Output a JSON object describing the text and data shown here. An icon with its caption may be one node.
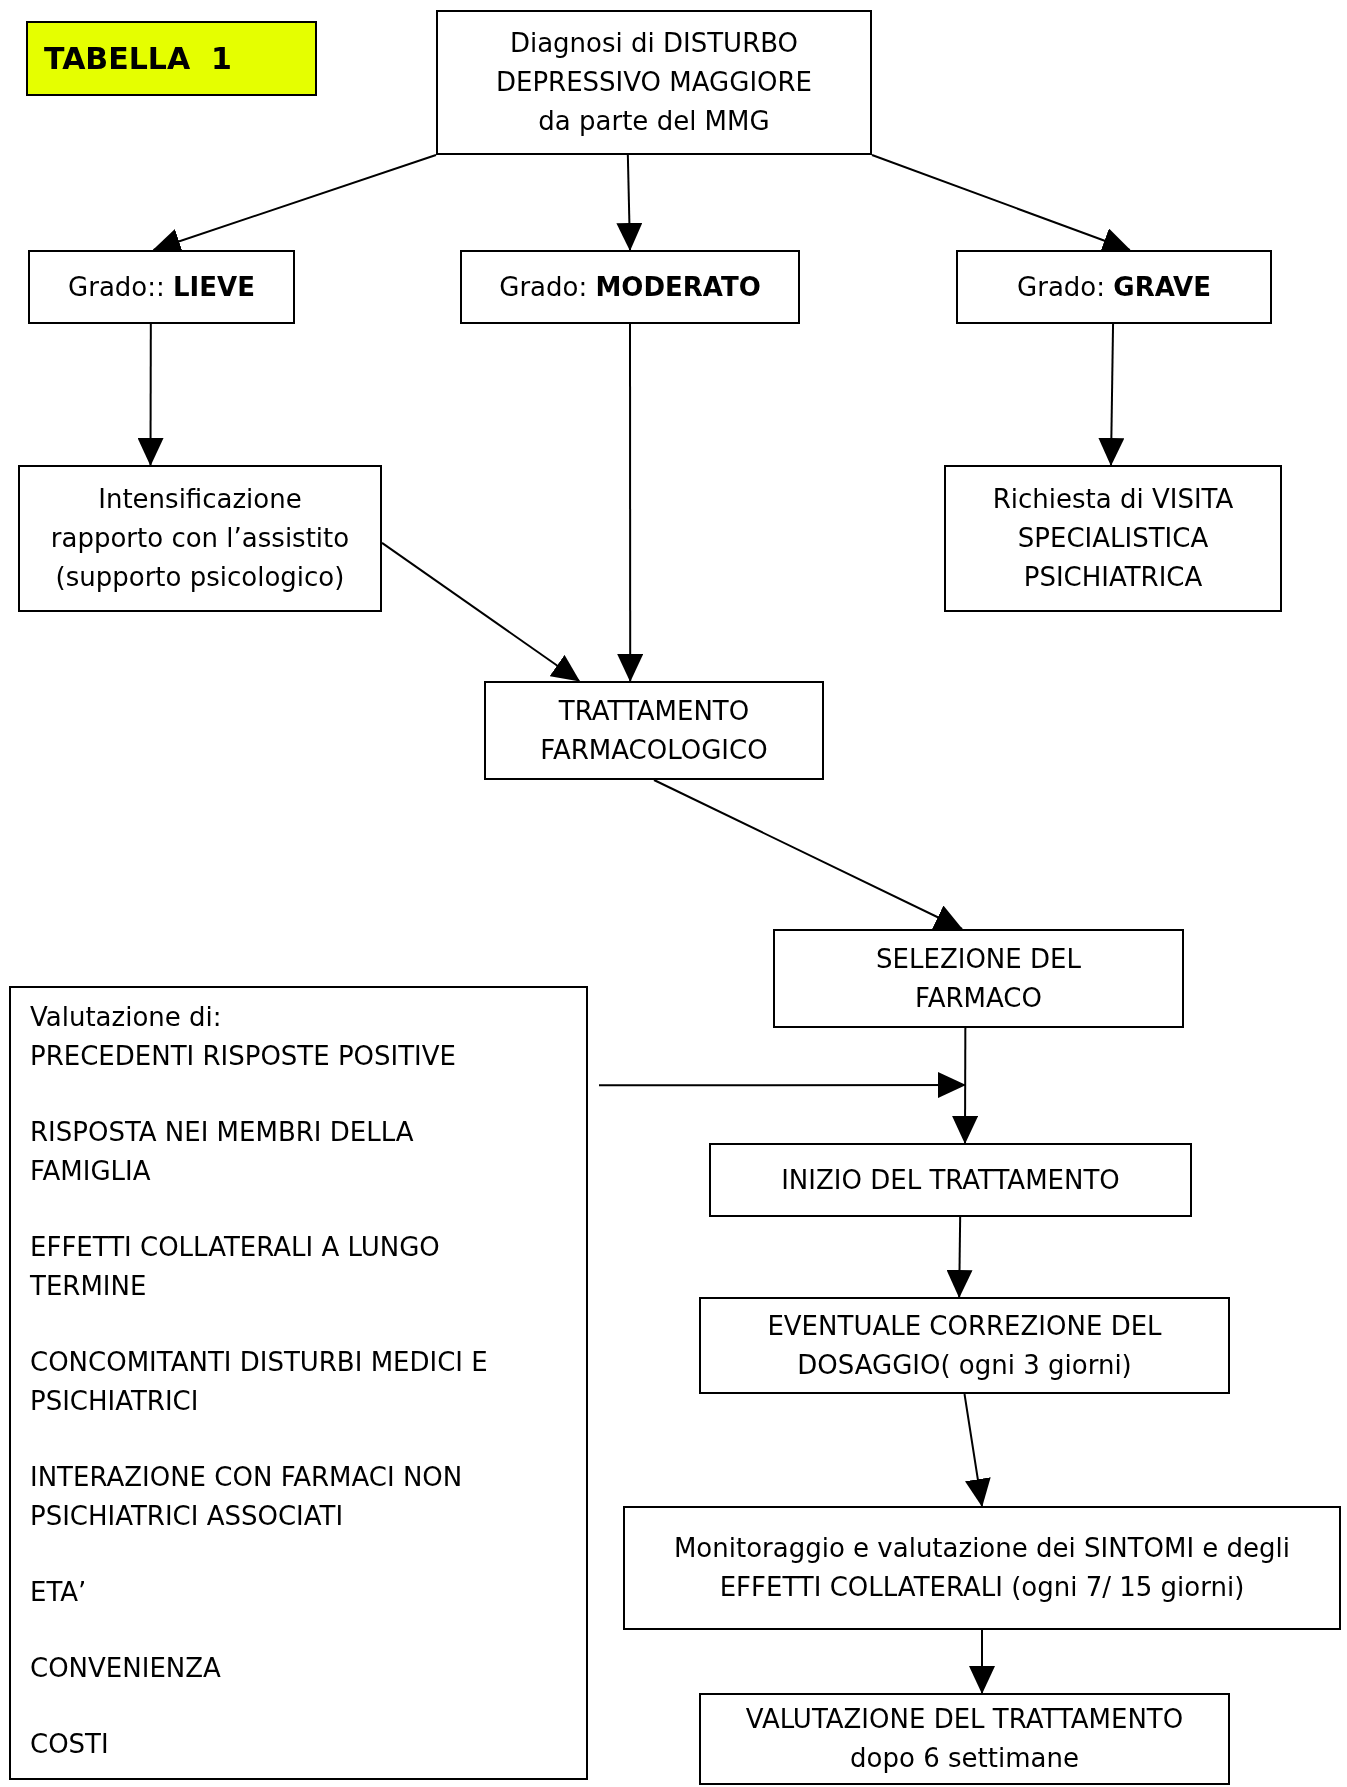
{
  "diagram": {
    "nodes": [
      {
        "text": [
          "TABELLA  1"
        ]
      },
      {
        "text": [
          "Diagnosi di DISTURBO DEPRESSIVO MAGGIORE da parte del MMG"
        ]
      },
      {
        "text": [
          "Grado:: **LIEVE**"
        ]
      },
      {
        "text": [
          "Grado: **MODERATO**"
        ]
      },
      {
        "text": [
          "Grado: **GRAVE**"
        ]
      },
      {
        "text": [
          "Intensificazione rapporto con l’assistito (supporto psicologico)"
        ]
      },
      {
        "text": [
          "Richiesta di VISITA SPECIALISTICA PSICHIATRICA"
        ]
      },
      {
        "text": [
          "TRATTAMENTO FARMACOLOGICO"
        ]
      },
      {
        "text": [
          "SELEZIONE DEL FARMACO"
        ]
      },
      {
        "text": [
          "Valutazione di:",
          "PRECEDENTI RISPOSTE POSITIVE",
          "RISPOSTA NEI MEMBRI  DELLA FAMIGLIA",
          "EFFETTI COLLATERALI  A LUNGO TERMINE",
          "CONCOMITANTI DISTURBI MEDICI E PSICHIATRICI",
          "INTERAZIONE CON FARMACI NON PSICHIATRICI ASSOCIATI",
          "ETA’",
          "CONVENIENZA",
          "COSTI"
        ]
      },
      {
        "text": [
          "INIZIO DEL TRATTAMENTO"
        ]
      },
      {
        "text": [
          "EVENTUALE CORREZIONE DEL DOSAGGIO( ogni 3 giorni)"
        ]
      },
      {
        "text": [
          "Monitoraggio e valutazione dei SINTOMI e degli EFFETTI COLLATERALI (ogni 7/ 15 giorni)"
        ]
      },
      {
        "text": [
          "VALUTAZIONE DEL TRATTAMENTO dopo 6 settimane"
        ]
      }
    ],
    "edges": [
      {
        "from": 1,
        "to": 2,
        "arrow": "to"
      },
      {
        "from": 1,
        "to": 3,
        "arrow": "to"
      },
      {
        "from": 1,
        "to": 4,
        "arrow": "to"
      },
      {
        "from": 2,
        "to": 5,
        "arrow": "to"
      },
      {
        "from": 3,
        "to": 7,
        "arrow": "to"
      },
      {
        "from": 4,
        "to": 6,
        "arrow": "to"
      },
      {
        "from": 5,
        "to": 7,
        "arrow": "to"
      },
      {
        "from": 7,
        "to": 8,
        "arrow": "to"
      },
      {
        "from": 9,
        "to": 10,
        "arrow": "to"
      },
      {
        "from": 8,
        "to": 10,
        "arrow": "to"
      },
      {
        "from": 10,
        "to": 11,
        "arrow": "to"
      },
      {
        "from": 11,
        "to": 12,
        "arrow": "to"
      },
      {
        "from": 12,
        "to": 13,
        "arrow": "to"
      }
    ]
  }
}
